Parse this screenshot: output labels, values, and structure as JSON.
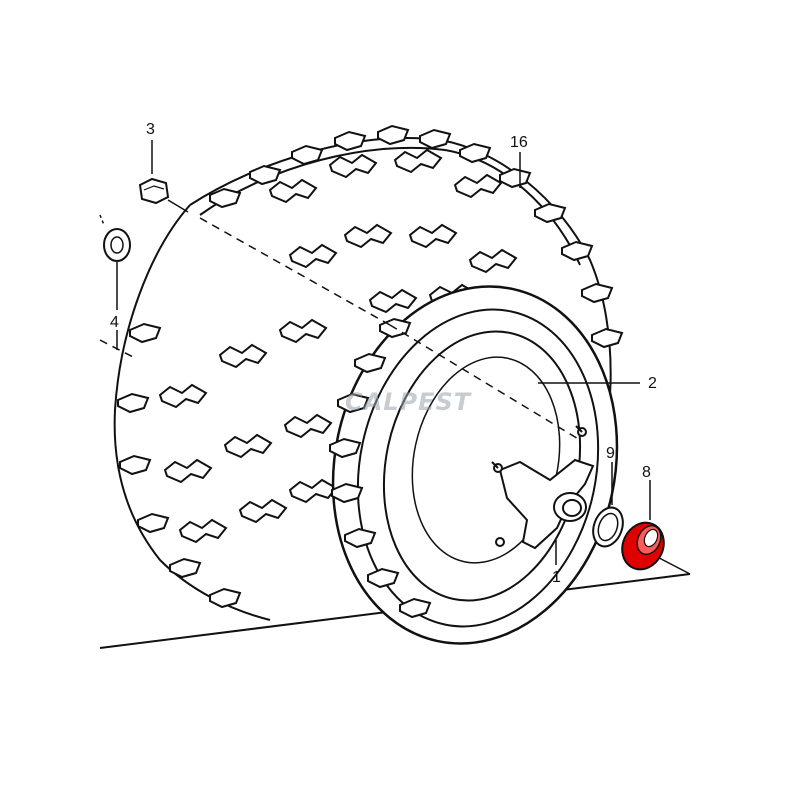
{
  "diagram": {
    "highlight_color": "#e00000",
    "line_color": "#111111",
    "watermark": "CALPEST",
    "callouts": [
      {
        "id": "c3",
        "label": "3"
      },
      {
        "id": "c16",
        "label": "16"
      },
      {
        "id": "c4",
        "label": "4"
      },
      {
        "id": "c2",
        "label": "2"
      },
      {
        "id": "c9",
        "label": "9"
      },
      {
        "id": "c8",
        "label": "8"
      },
      {
        "id": "c1",
        "label": "1"
      }
    ]
  }
}
